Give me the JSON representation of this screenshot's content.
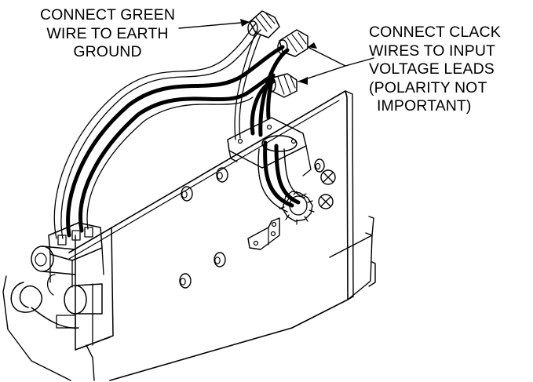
{
  "callouts": {
    "green_wire": {
      "lines": [
        "CONNECT GREEN",
        "WIRE TO EARTH",
        "GROUND"
      ]
    },
    "black_wires": {
      "lines": [
        "CONNECT CLACK",
        "WIRES TO INPUT",
        "VOLTAGE LEADS",
        "(POLARITY NOT",
        "IMPORTANT)"
      ]
    }
  },
  "colors": {
    "line": "#000000",
    "background": "#ffffff"
  }
}
